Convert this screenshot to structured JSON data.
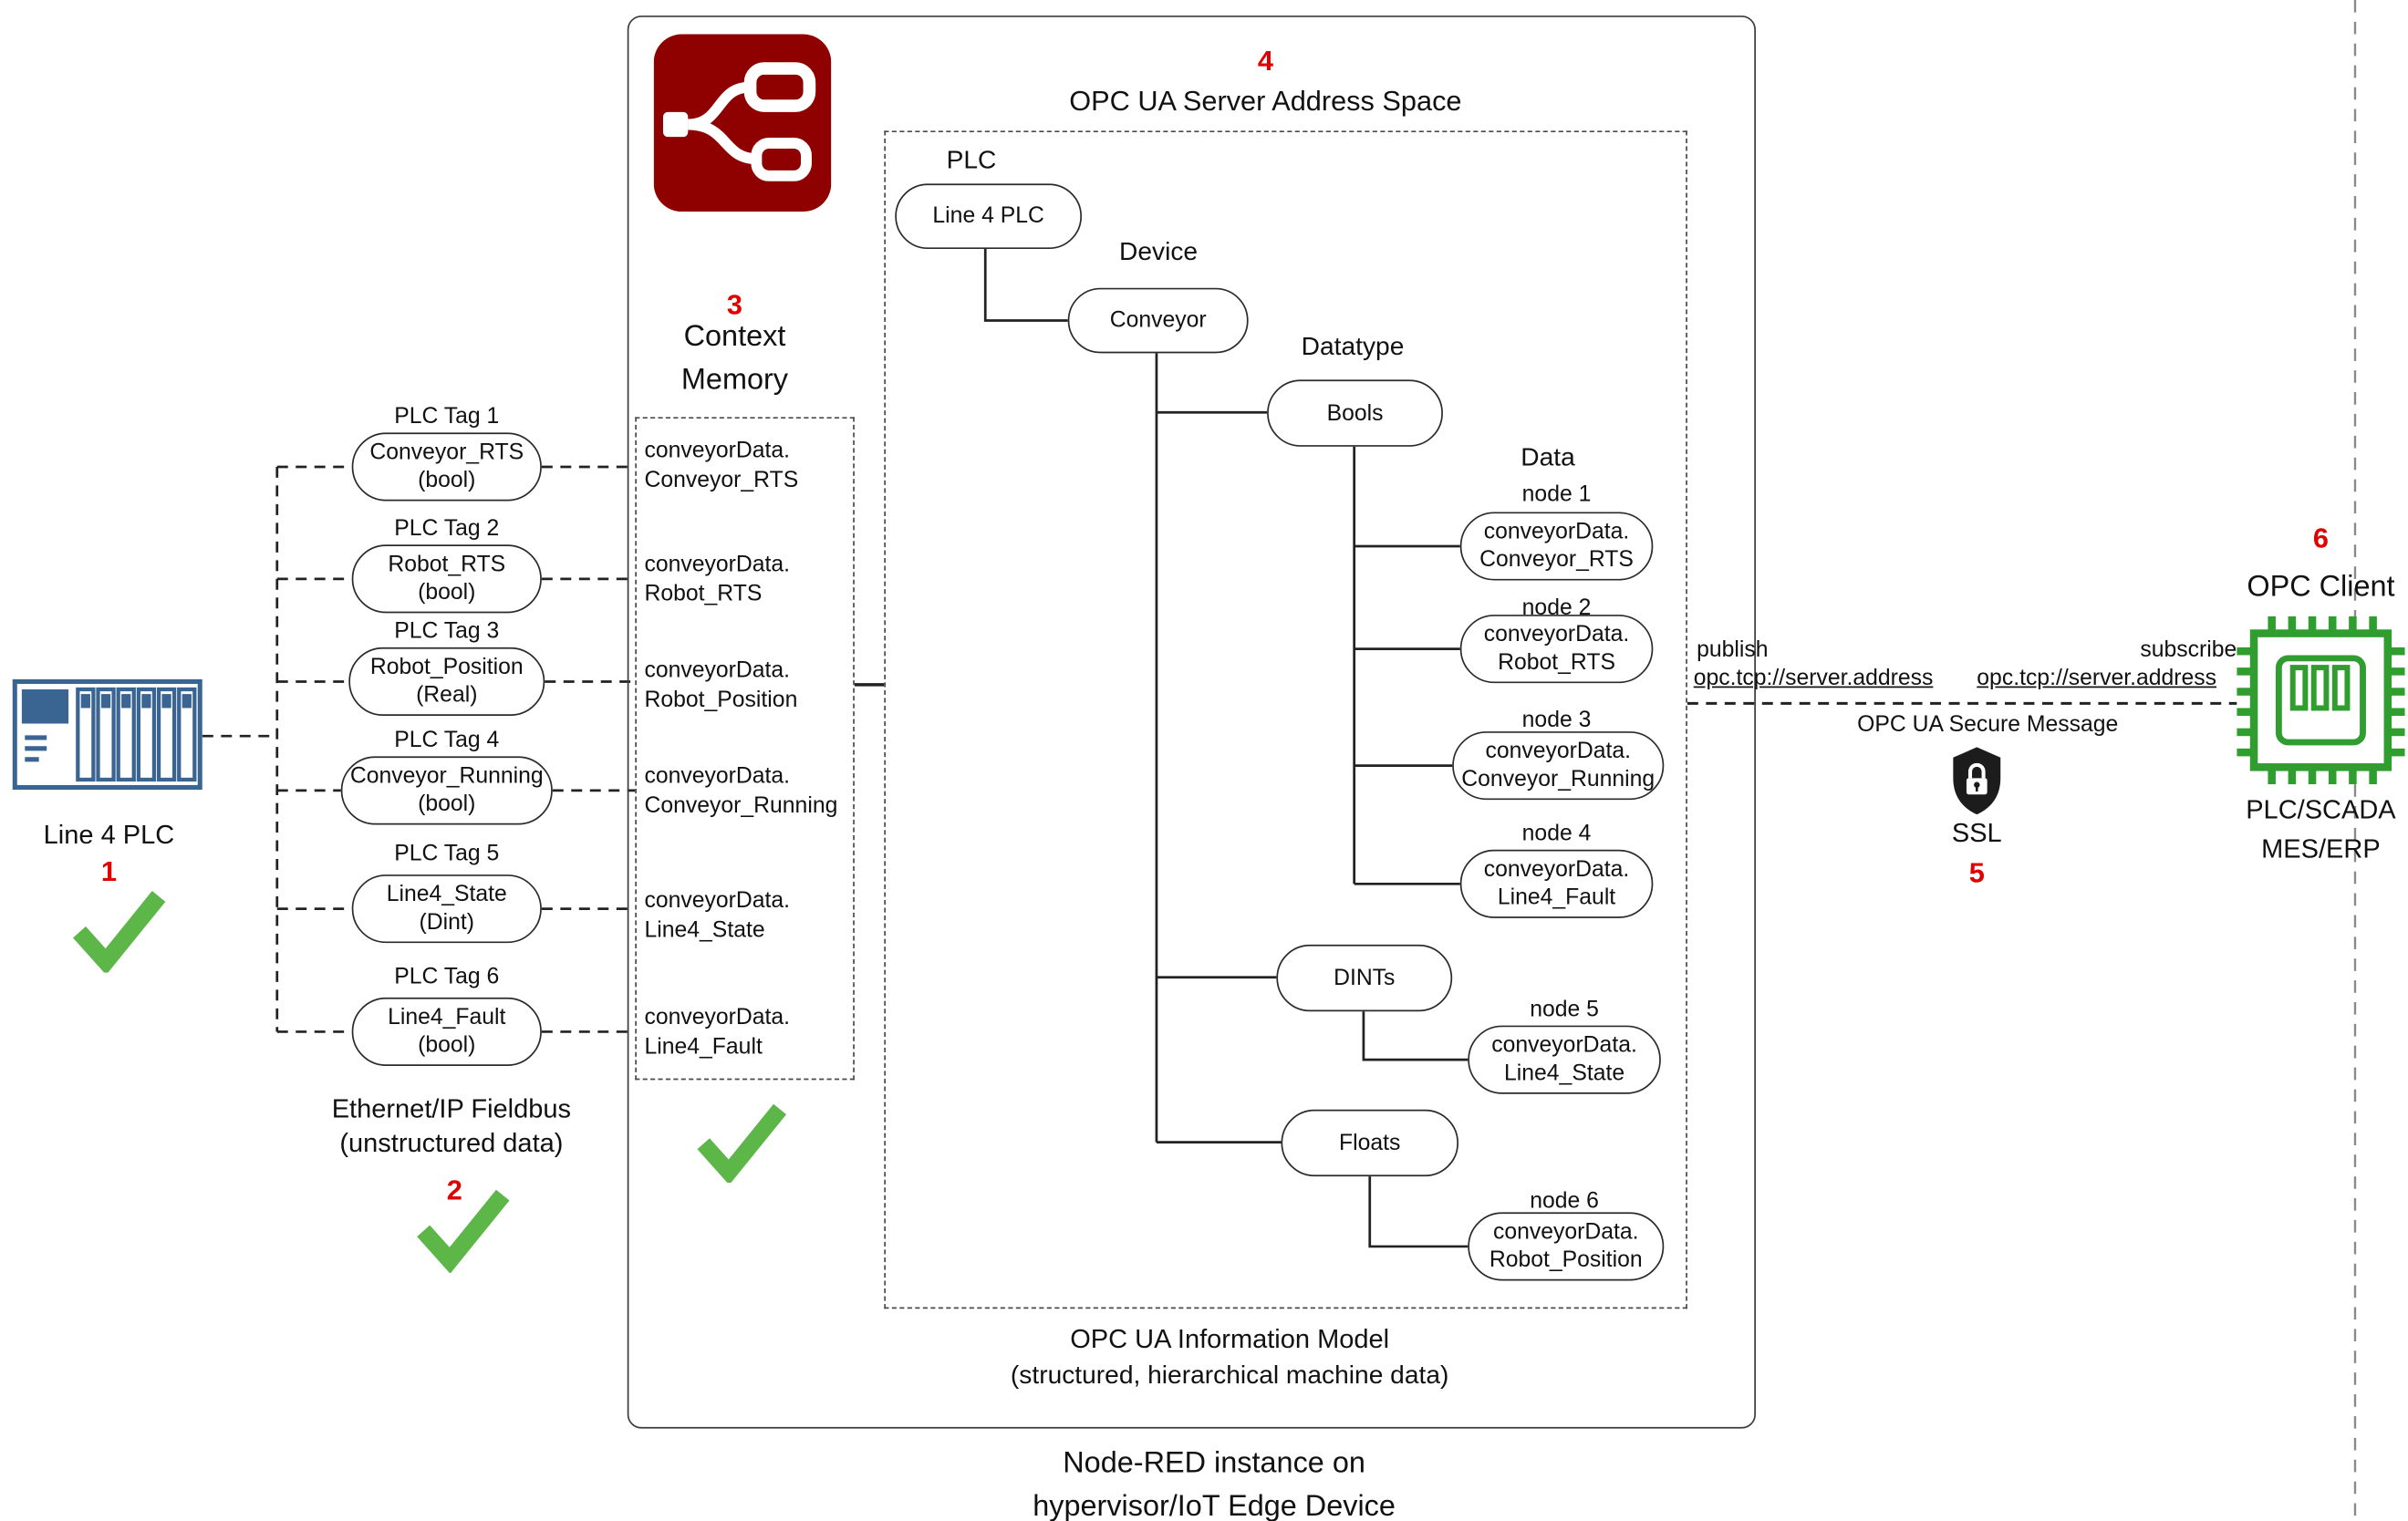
{
  "colors": {
    "accent_red": "#e00000",
    "check_green": "#5cb648",
    "nodered_red": "#8f0000",
    "plc_blue": "#3a6491",
    "chip_green": "#2f9e2f"
  },
  "plc": {
    "label": "Line 4 PLC",
    "number": "1"
  },
  "fieldbus": {
    "line1": "Ethernet/IP Fieldbus",
    "line2": "(unstructured data)",
    "number": "2"
  },
  "tags": [
    {
      "label": "PLC Tag 1",
      "name": "Conveyor_RTS",
      "type": "(bool)"
    },
    {
      "label": "PLC Tag 2",
      "name": "Robot_RTS",
      "type": "(bool)"
    },
    {
      "label": "PLC Tag 3",
      "name": "Robot_Position",
      "type": "(Real)"
    },
    {
      "label": "PLC Tag 4",
      "name": "Conveyor_Running",
      "type": "(bool)"
    },
    {
      "label": "PLC Tag 5",
      "name": "Line4_State",
      "type": "(Dint)"
    },
    {
      "label": "PLC Tag 6",
      "name": "Line4_Fault",
      "type": "(bool)"
    }
  ],
  "context_memory": {
    "number": "3",
    "title_line1": "Context",
    "title_line2": "Memory",
    "items": [
      {
        "line1": "conveyorData.",
        "line2": "Conveyor_RTS"
      },
      {
        "line1": "conveyorData.",
        "line2": "Robot_RTS"
      },
      {
        "line1": "conveyorData.",
        "line2": "Robot_Position"
      },
      {
        "line1": "conveyorData.",
        "line2": "Conveyor_Running"
      },
      {
        "line1": "conveyorData.",
        "line2": "Line4_State"
      },
      {
        "line1": "conveyorData.",
        "line2": "Line4_Fault"
      }
    ]
  },
  "address_space": {
    "number": "4",
    "title": "OPC UA Server Address Space",
    "levels": {
      "plc": "PLC",
      "device": "Device",
      "datatype": "Datatype",
      "data": "Data"
    },
    "plc_node": "Line 4 PLC",
    "device_node": "Conveyor",
    "datatypes": {
      "bools": "Bools",
      "dints": "DINTs",
      "floats": "Floats"
    },
    "nodes": [
      {
        "label": "node 1",
        "line1": "conveyorData.",
        "line2": "Conveyor_RTS"
      },
      {
        "label": "node 2",
        "line1": "conveyorData.",
        "line2": "Robot_RTS"
      },
      {
        "label": "node 3",
        "line1": "conveyorData.",
        "line2": "Conveyor_Running"
      },
      {
        "label": "node 4",
        "line1": "conveyorData.",
        "line2": "Line4_Fault"
      },
      {
        "label": "node 5",
        "line1": "conveyorData.",
        "line2": "Line4_State"
      },
      {
        "label": "node 6",
        "line1": "conveyorData.",
        "line2": "Robot_Position"
      }
    ],
    "caption_line1": "OPC UA Information Model",
    "caption_line2": "(structured, hierarchical machine data)"
  },
  "nodered": {
    "caption_line1": "Node-RED instance on",
    "caption_line2": "hypervisor/IoT Edge Device"
  },
  "connection": {
    "publish": "publish",
    "publish_address": "opc.tcp://server.address",
    "subscribe": "subscribe",
    "subscribe_address": "opc.tcp://server.address",
    "secure_message": "OPC UA Secure Message",
    "ssl": "SSL",
    "number": "5"
  },
  "client": {
    "number": "6",
    "title": "OPC Client",
    "caption_line1": "PLC/SCADA",
    "caption_line2": "MES/ERP"
  }
}
